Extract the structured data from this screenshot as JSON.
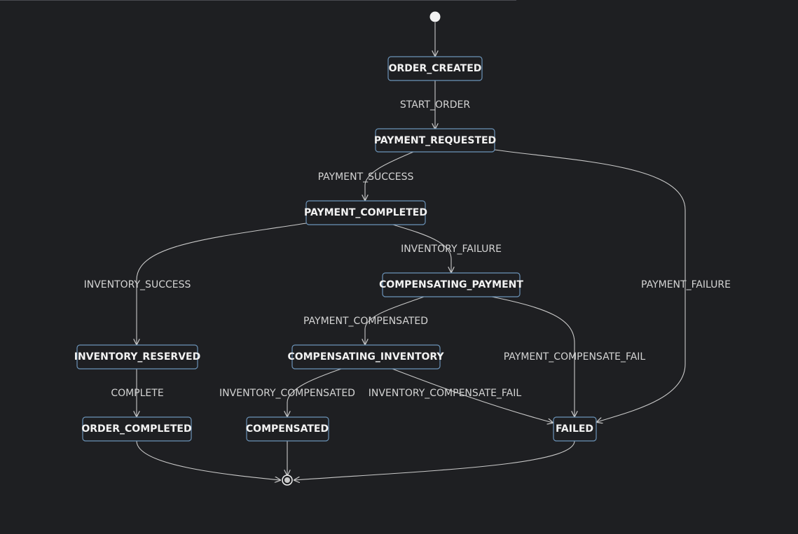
{
  "diagram": {
    "type": "state-diagram",
    "states": {
      "order_created": "ORDER_CREATED",
      "payment_requested": "PAYMENT_REQUESTED",
      "payment_completed": "PAYMENT_COMPLETED",
      "compensating_payment": "COMPENSATING_PAYMENT",
      "inventory_reserved": "INVENTORY_RESERVED",
      "compensating_inventory": "COMPENSATING_INVENTORY",
      "order_completed": "ORDER_COMPLETED",
      "compensated": "COMPENSATED",
      "failed": "FAILED"
    },
    "transitions": {
      "start_order": "START_ORDER",
      "payment_success": "PAYMENT_SUCCESS",
      "inventory_failure": "INVENTORY_FAILURE",
      "inventory_success": "INVENTORY_SUCCESS",
      "payment_failure": "PAYMENT_FAILURE",
      "payment_compensated": "PAYMENT_COMPENSATED",
      "payment_compensate_fail": "PAYMENT_COMPENSATE_FAIL",
      "complete": "COMPLETE",
      "inventory_compensated": "INVENTORY_COMPENSATED",
      "inventory_compensate_fail": "INVENTORY_COMPENSATE_FAIL"
    },
    "colors": {
      "background": "#1e1f22",
      "state_border": "#6b93b8",
      "edge": "#c9c9c9",
      "text": "#f2f2f2"
    }
  }
}
